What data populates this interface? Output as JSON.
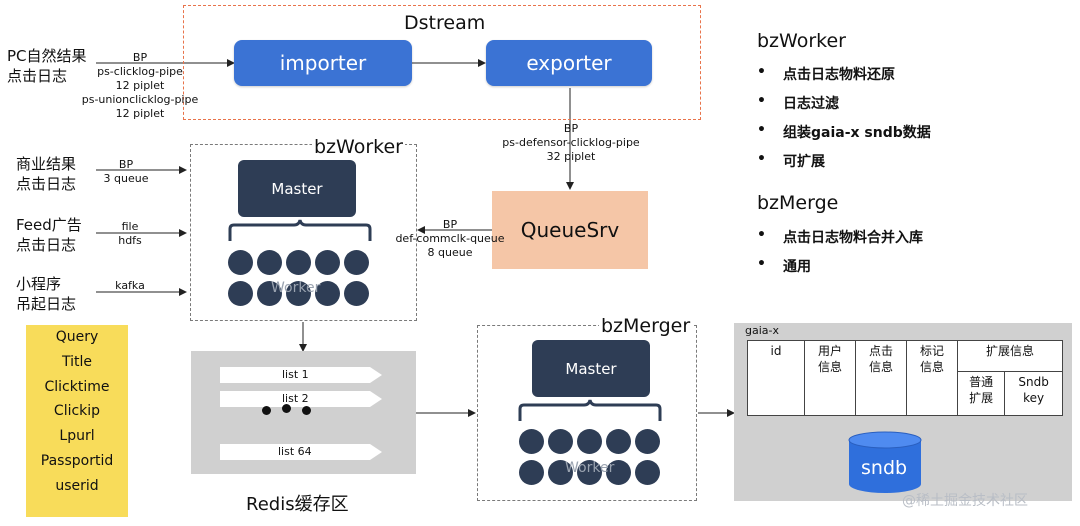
{
  "dstream": {
    "title": "Dstream",
    "importer": "importer",
    "exporter": "exporter"
  },
  "sources": {
    "pc": {
      "label": "PC自然结果\n点击日志",
      "edge": [
        "BP",
        "ps-clicklog-pipe",
        "12 piplet",
        "ps-unionclicklog-pipe",
        "12 piplet"
      ]
    },
    "biz": {
      "label": "商业结果\n点击日志",
      "edge": [
        "BP",
        "3 queue"
      ]
    },
    "feed": {
      "label": "Feed广告\n点击日志",
      "edge": [
        "file",
        "hdfs"
      ]
    },
    "mini": {
      "label": "小程序\n吊起日志",
      "edge": [
        "kafka"
      ]
    }
  },
  "exporter_edge": [
    "BP",
    "ps-defensor-clicklog-pipe",
    "32 piplet"
  ],
  "queuesrv": {
    "label": "QueueSrv",
    "edge": [
      "BP",
      "def-commclk-queue",
      "8 queue"
    ]
  },
  "bzworker_box": {
    "title": "bzWorker",
    "master": "Master",
    "worker": "Worker"
  },
  "redis": {
    "lists": [
      "list 1",
      "list 2",
      "list 64"
    ],
    "caption": "Redis缓存区"
  },
  "bzmerger_box": {
    "title": "bzMerger",
    "master": "Master",
    "worker": "Worker"
  },
  "fields": [
    "Query",
    "Title",
    "Clicktime",
    "Clickip",
    "Lpurl",
    "Passportid",
    "userid"
  ],
  "gaia": {
    "title": "gaia-x",
    "cols": [
      "id",
      "用户\n信息",
      "点击\n信息",
      "标记\n信息",
      "扩展信息"
    ],
    "sub": [
      "普通\n扩展",
      "Sndb\nkey"
    ],
    "db": "sndb"
  },
  "notes": {
    "worker_title": "bzWorker",
    "worker_items": [
      "点击日志物料还原",
      "日志过滤",
      "组装gaia-x sndb数据",
      "可扩展"
    ],
    "merge_title": "bzMerge",
    "merge_items": [
      "点击日志物料合并入库",
      "通用"
    ]
  },
  "watermark": "@稀土掘金技术社区",
  "colors": {
    "blue": "#3b73d4",
    "navy": "#2e3d55",
    "peach": "#f5c6a7",
    "yellow": "#f8dc5a",
    "dstream_border": "#e8734a",
    "gray_panel": "#d0d0d0"
  }
}
